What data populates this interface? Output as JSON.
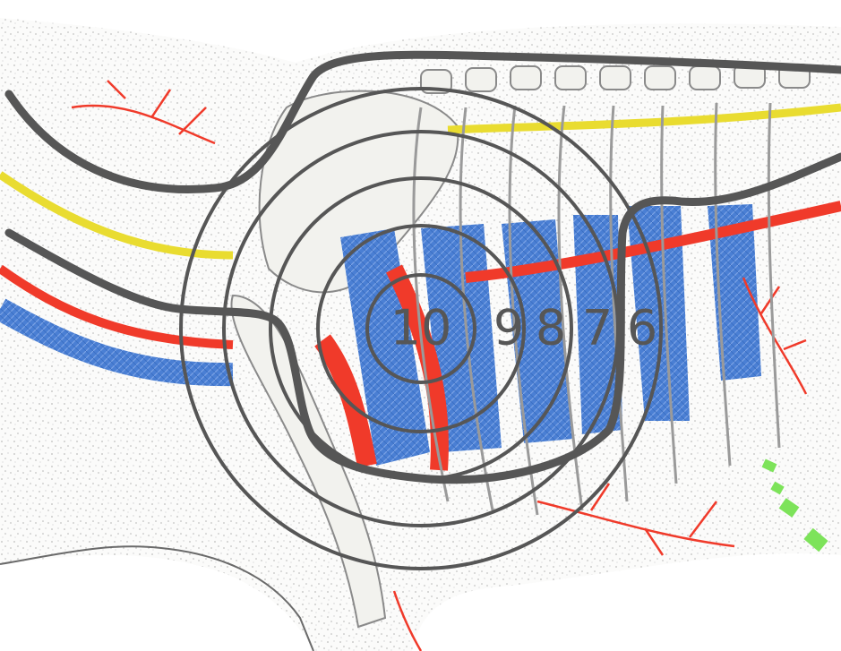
{
  "rings": [
    {
      "label": "10"
    },
    {
      "label": "9"
    },
    {
      "label": "8"
    },
    {
      "label": "7"
    },
    {
      "label": "6"
    }
  ],
  "colors": {
    "background": "#ffffff",
    "speckle": "#c9c9c9",
    "outline": "#565656",
    "artery": "#f03a2a",
    "vein": "#4a7fd4",
    "nerve": "#e9dc30",
    "bone": "#f2f2ee",
    "marker": "#7de35a"
  },
  "icons": {
    "target": "concentric-rings-icon"
  }
}
